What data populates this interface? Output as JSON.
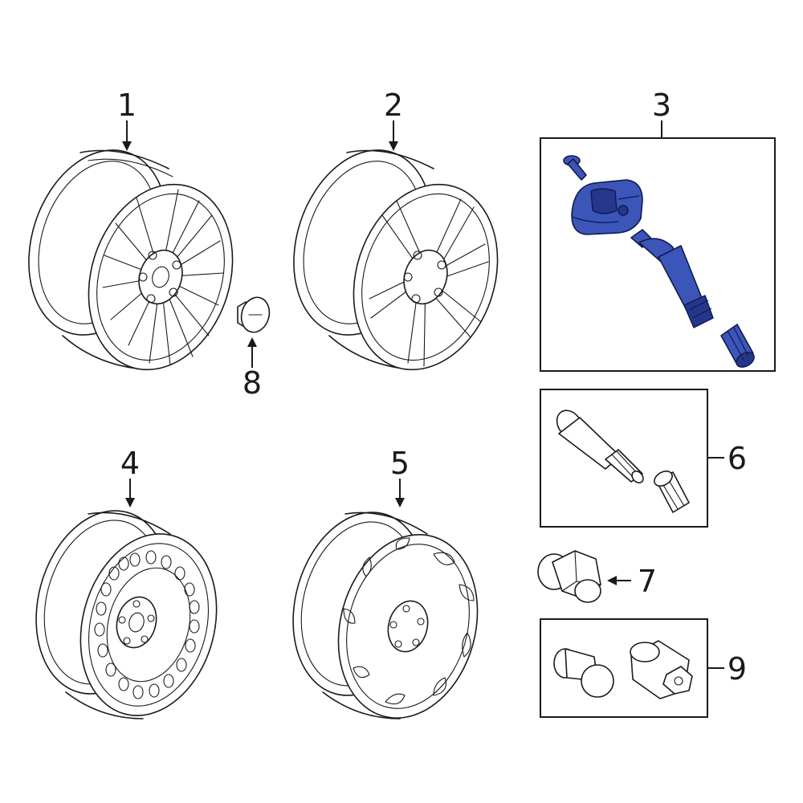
{
  "colors": {
    "line": "#1a1a1a",
    "highlight_part": "#3c55b8",
    "highlight_dark": "#24378a",
    "background": "#ffffff"
  },
  "callouts": {
    "c1": "1",
    "c2": "2",
    "c3": "3",
    "c4": "4",
    "c5": "5",
    "c6": "6",
    "c7": "7",
    "c8": "8",
    "c9": "9"
  },
  "parts": [
    {
      "callout": "1",
      "icon": "multi-spoke-alloy-wheel-icon"
    },
    {
      "callout": "2",
      "icon": "split-spoke-alloy-wheel-icon"
    },
    {
      "callout": "3",
      "icon": "tpms-sensor-icon",
      "highlighted": true
    },
    {
      "callout": "4",
      "icon": "steel-spare-wheel-icon"
    },
    {
      "callout": "5",
      "icon": "steel-wheel-icon"
    },
    {
      "callout": "6",
      "icon": "valve-stem-icon"
    },
    {
      "callout": "7",
      "icon": "lug-nut-icon"
    },
    {
      "callout": "8",
      "icon": "center-cap-icon"
    },
    {
      "callout": "9",
      "icon": "wheel-lock-icon"
    }
  ]
}
